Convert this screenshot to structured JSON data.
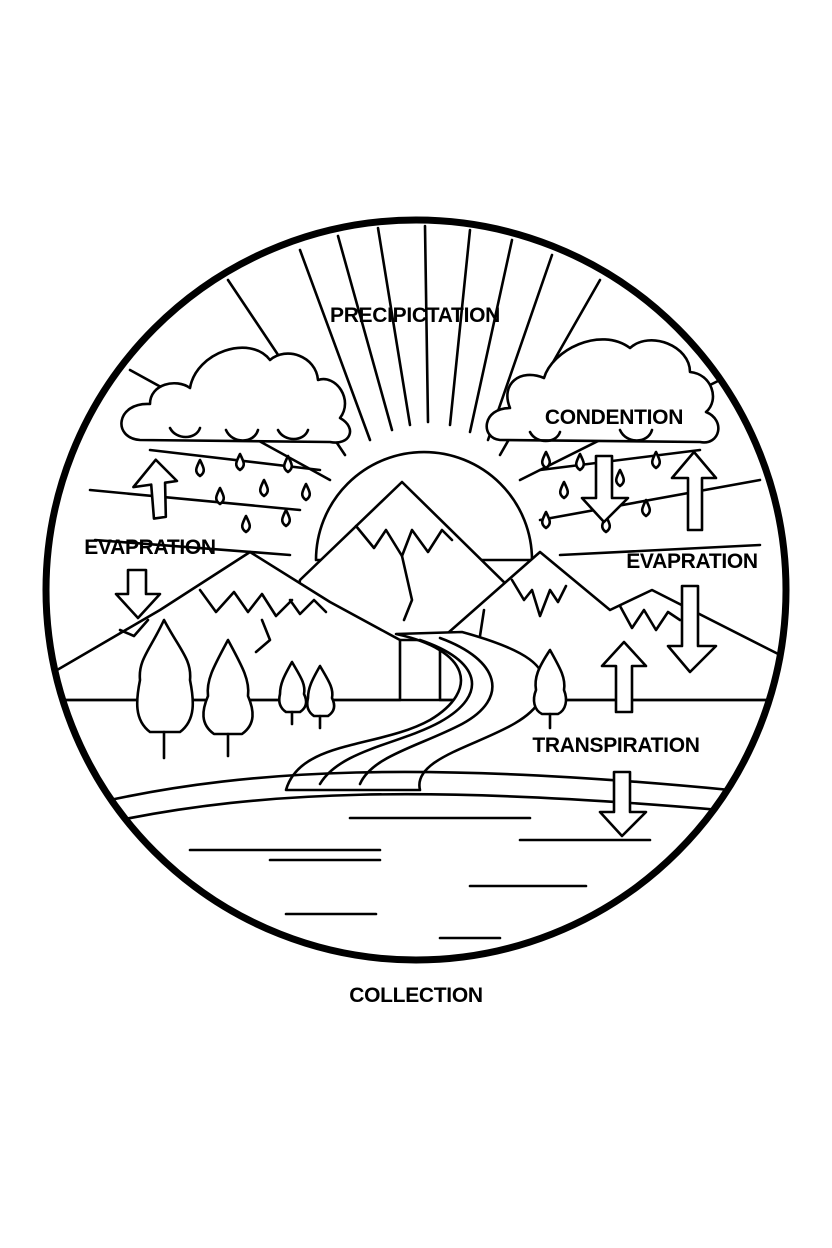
{
  "labels": {
    "precipitation": "PRECIPICTATION",
    "condensation": "CONDENTION",
    "evaporation_left": "EVAPRATION",
    "evaporation_right": "EVAPRATION",
    "transpiration": "TRANSPIRATION",
    "collection": "COLLECTION"
  },
  "colors": {
    "ink": "#000000",
    "paper": "#ffffff"
  }
}
